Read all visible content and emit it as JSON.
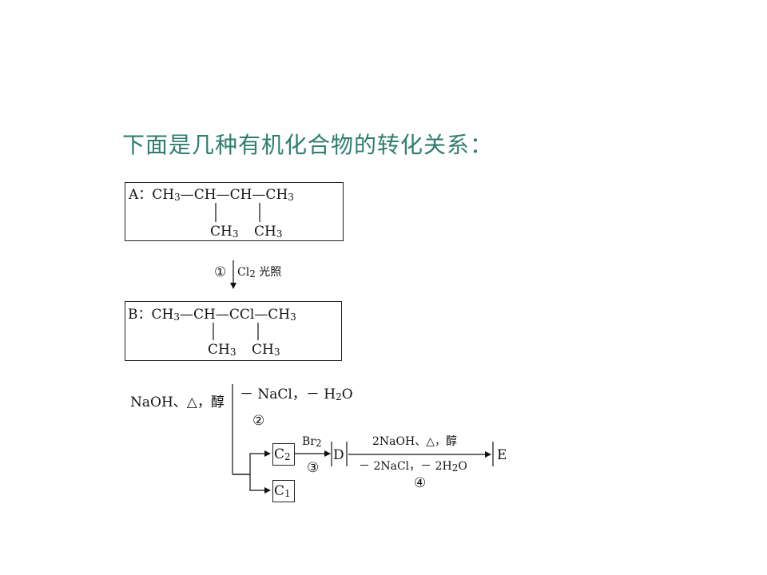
{
  "title": "下面是几种有机化合物的转化关系：",
  "compound_a": {
    "label": "A：",
    "main_chain": [
      "CH",
      "—CH—CH—CH"
    ],
    "branch_1": "CH",
    "branch_2": "CH"
  },
  "step_1": {
    "number": "①",
    "reagent": "Cl",
    "condition": "光照"
  },
  "compound_b": {
    "label": "B：",
    "main_chain": [
      "CH",
      "—CH—CCl—CH"
    ],
    "branch_1": "CH",
    "branch_2": "CH"
  },
  "step_2": {
    "conditions": "NaOH、△，醇",
    "removed": "－ NaCl，－ H",
    "removed_tail": "O",
    "number": "②"
  },
  "step_3": {
    "reagent": "Br",
    "number": "③"
  },
  "step_4": {
    "above": "2NaOH、△，醇",
    "below": "－ 2NaCl，－ 2H",
    "below_tail": "O",
    "number": "④"
  },
  "products": {
    "c2": "C",
    "c1": "C",
    "d": "D",
    "e": "E"
  },
  "subscripts": {
    "three": "3",
    "two": "2",
    "one": "1"
  }
}
